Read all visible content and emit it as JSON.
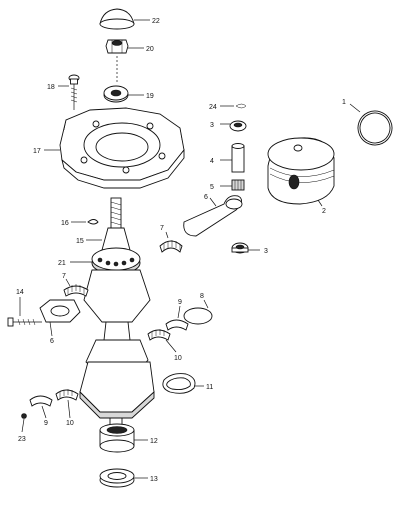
{
  "diagram": {
    "callouts": [
      {
        "id": "c1",
        "text": "1"
      },
      {
        "id": "c2",
        "text": "2"
      },
      {
        "id": "c3a",
        "text": "3"
      },
      {
        "id": "c3b",
        "text": "3"
      },
      {
        "id": "c4",
        "text": "4"
      },
      {
        "id": "c5",
        "text": "5"
      },
      {
        "id": "c6a",
        "text": "6"
      },
      {
        "id": "c6b",
        "text": "6"
      },
      {
        "id": "c7a",
        "text": "7"
      },
      {
        "id": "c7b",
        "text": "7"
      },
      {
        "id": "c8",
        "text": "8"
      },
      {
        "id": "c9a",
        "text": "9"
      },
      {
        "id": "c9b",
        "text": "9"
      },
      {
        "id": "c10a",
        "text": "10"
      },
      {
        "id": "c10b",
        "text": "10"
      },
      {
        "id": "c11",
        "text": "11"
      },
      {
        "id": "c12",
        "text": "12"
      },
      {
        "id": "c13",
        "text": "13"
      },
      {
        "id": "c14",
        "text": "14"
      },
      {
        "id": "c15",
        "text": "15"
      },
      {
        "id": "c16",
        "text": "16"
      },
      {
        "id": "c17",
        "text": "17"
      },
      {
        "id": "c18",
        "text": "18"
      },
      {
        "id": "c19",
        "text": "19"
      },
      {
        "id": "c20",
        "text": "20"
      },
      {
        "id": "c21",
        "text": "21"
      },
      {
        "id": "c22",
        "text": "22"
      },
      {
        "id": "c23",
        "text": "23"
      },
      {
        "id": "c24",
        "text": "24"
      }
    ]
  }
}
